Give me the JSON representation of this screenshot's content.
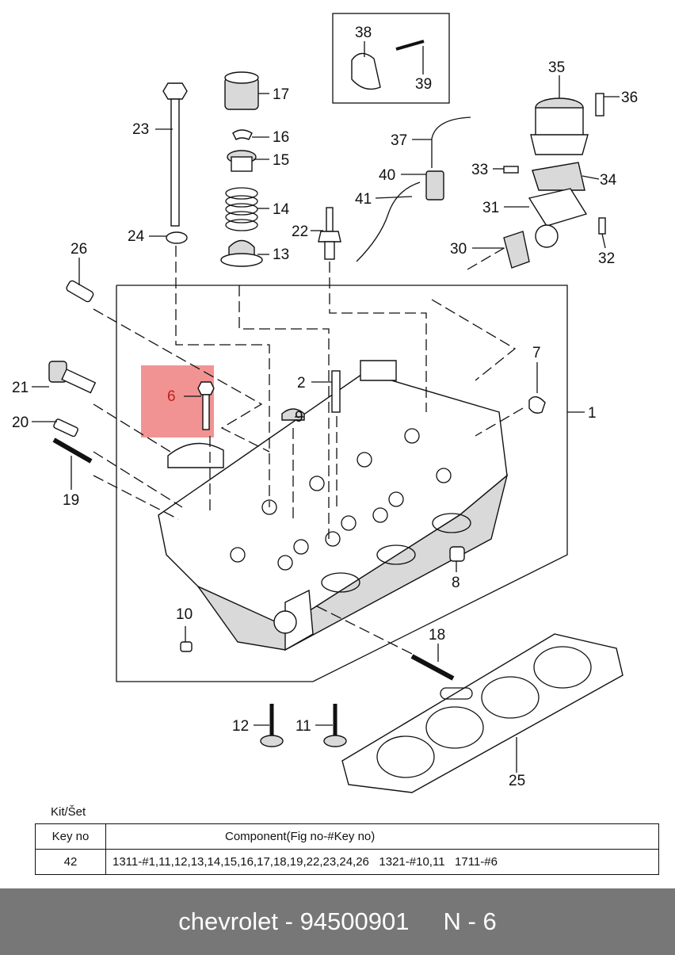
{
  "diagram": {
    "labels": {
      "l1": "1",
      "l2": "2",
      "l6": "6",
      "l7": "7",
      "l8": "8",
      "l9": "9",
      "l10": "10",
      "l11": "11",
      "l12": "12",
      "l13": "13",
      "l14": "14",
      "l15": "15",
      "l16": "16",
      "l17": "17",
      "l18": "18",
      "l19": "19",
      "l20": "20",
      "l21": "21",
      "l22": "22",
      "l23": "23",
      "l24": "24",
      "l25": "25",
      "l26": "26",
      "l30": "30",
      "l31": "31",
      "l32": "32",
      "l33": "33",
      "l34": "34",
      "l35": "35",
      "l36": "36",
      "l37": "37",
      "l38": "38",
      "l39": "39",
      "l40": "40",
      "l41": "41"
    },
    "highlight_color": "#f08080",
    "highlighted_part": "6"
  },
  "kit": {
    "title": "Kit/Šet",
    "headers": {
      "key_no": "Key no",
      "component": "Component(Fig no-#Key no)"
    },
    "rows": [
      {
        "key_no": "42",
        "component": "1311-#1,11,12,13,14,15,16,17,18,19,22,23,24,26   1321-#10,11   1711-#6"
      }
    ]
  },
  "footer": {
    "text": "chevrolet - 94500901     N - 6",
    "background": "#777777"
  }
}
